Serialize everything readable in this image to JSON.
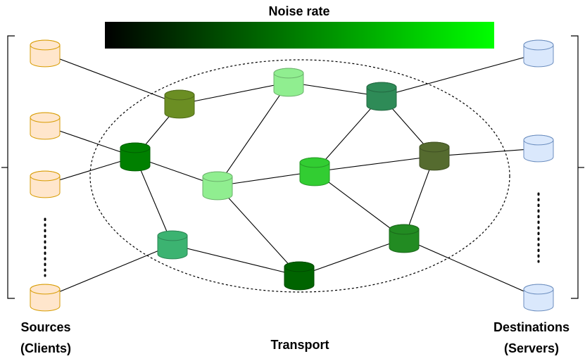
{
  "legend": {
    "title": "Noise rate",
    "gradient_start": "#000000",
    "gradient_end": "#00ff00"
  },
  "labels": {
    "sources_line1": "Sources",
    "sources_line2": "(Clients)",
    "transport": "Transport",
    "destinations_line1": "Destinations",
    "destinations_line2": "(Servers)"
  },
  "colors": {
    "source_fill": "#ffe6cc",
    "source_stroke": "#d79b00",
    "dest_fill": "#dae8fc",
    "dest_stroke": "#6c8ebf"
  },
  "transport_nodes": [
    {
      "id": "n1",
      "color": "#6b8e23"
    },
    {
      "id": "n2",
      "color": "#90ee90"
    },
    {
      "id": "n3",
      "color": "#2e8b57"
    },
    {
      "id": "n4",
      "color": "#008000"
    },
    {
      "id": "n5",
      "color": "#90ee90"
    },
    {
      "id": "n6",
      "color": "#32cd32"
    },
    {
      "id": "n7",
      "color": "#556b2f"
    },
    {
      "id": "n8",
      "color": "#3cb371"
    },
    {
      "id": "n9",
      "color": "#228b22"
    },
    {
      "id": "n10",
      "color": "#006400"
    }
  ],
  "sources": [
    "s1",
    "s2",
    "s3",
    "s4"
  ],
  "destinations": [
    "d1",
    "d2",
    "d3"
  ]
}
